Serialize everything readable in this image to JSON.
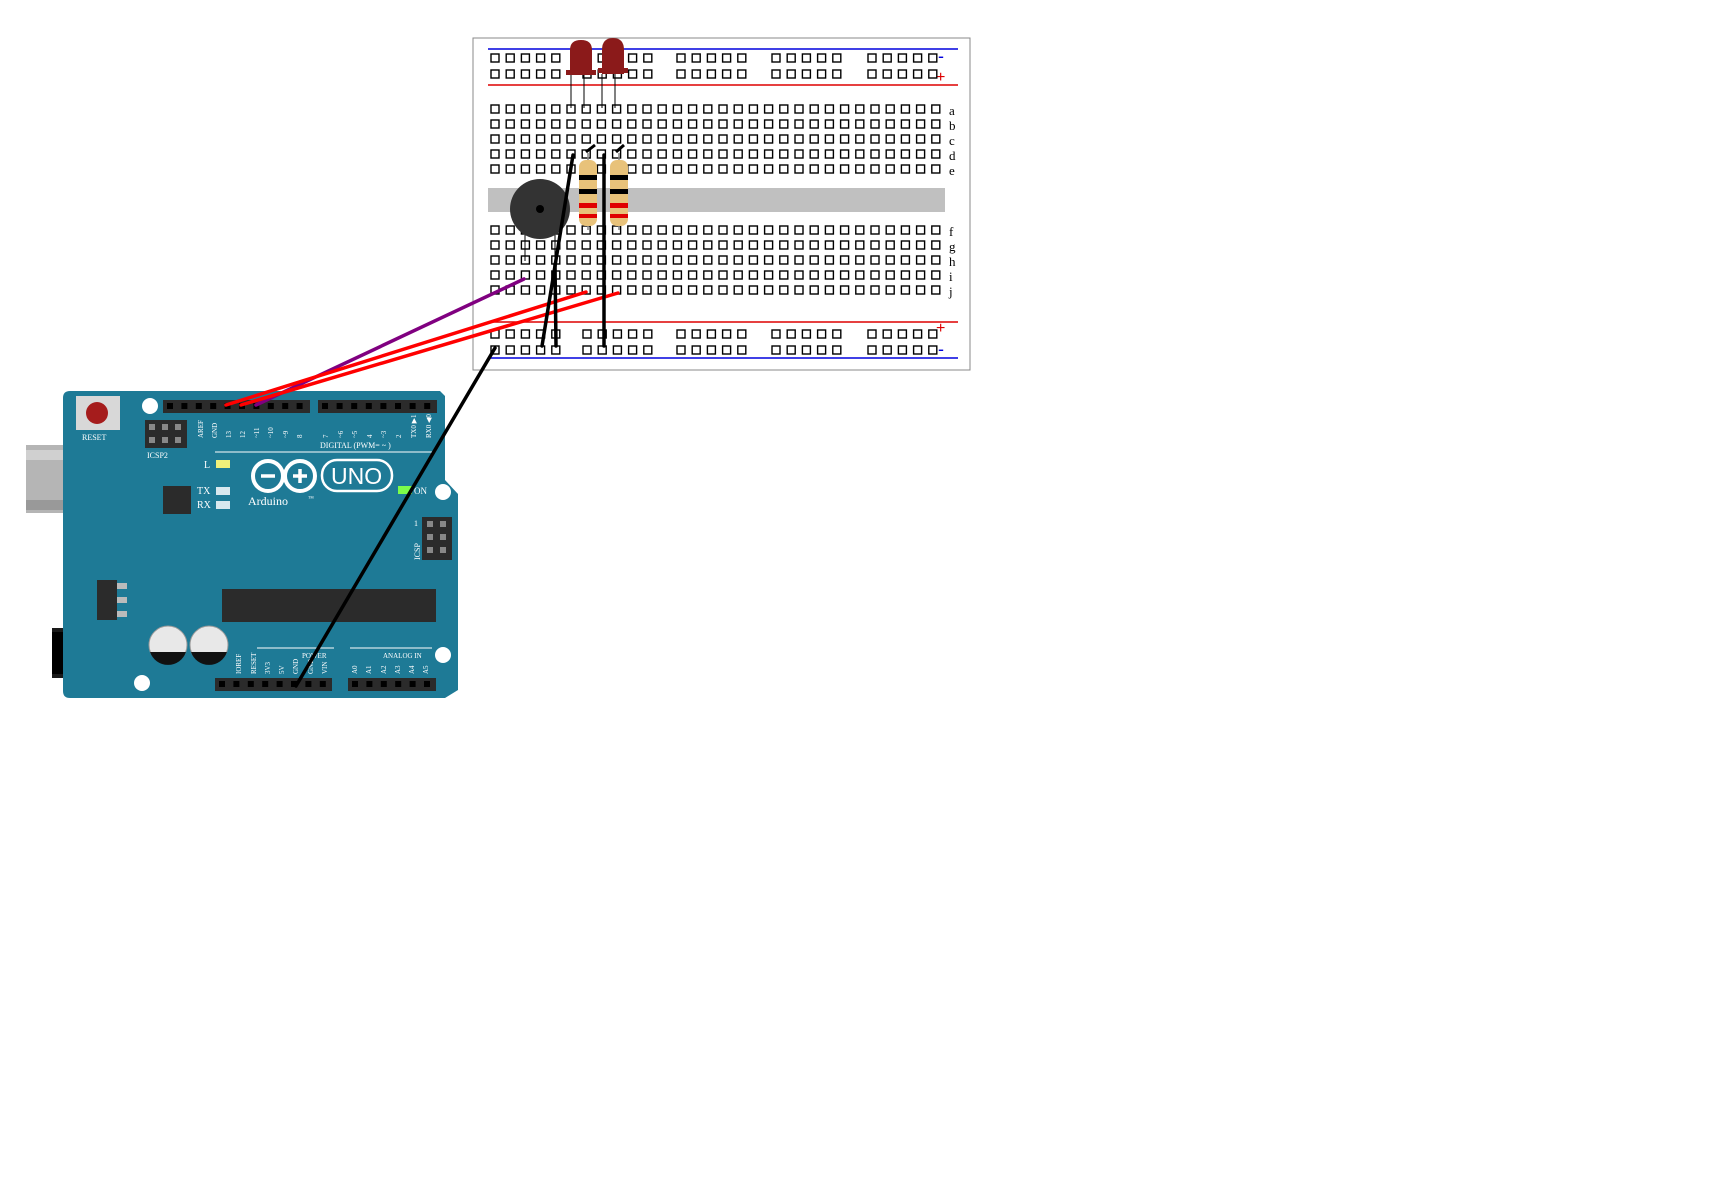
{
  "breadboard": {
    "row_letters": [
      "a",
      "b",
      "c",
      "d",
      "e",
      "f",
      "g",
      "h",
      "i",
      "j"
    ],
    "rail_minus": "-",
    "rail_plus": "+"
  },
  "arduino": {
    "reset_label": "RESET",
    "icsp2_label": "ICSP2",
    "icsp_label": "ICSP",
    "icsp_pin1": "1",
    "led_l": "L",
    "led_tx": "TX",
    "led_rx": "RX",
    "on_label": "ON",
    "brand": "Arduino",
    "tm": "™",
    "model": "UNO",
    "digital_header": "DIGITAL (PWM= ~ )",
    "power_header": "POWER",
    "analog_header": "ANALOG IN",
    "digital_pins": [
      "AREF",
      "GND",
      "13",
      "12",
      "~11",
      "~10",
      "~9",
      "8",
      "7",
      "~6",
      "~5",
      "4",
      "~3",
      "2",
      "TX0 ▶1",
      "RX0 ◀0"
    ],
    "power_pins": [
      "IOREF",
      "RESET",
      "3V3",
      "5V",
      "GND",
      "GND",
      "VIN"
    ],
    "analog_pins": [
      "A0",
      "A1",
      "A2",
      "A3",
      "A4",
      "A5"
    ]
  },
  "colors": {
    "board_teal": "#1e7a96",
    "led_body": "#8b1a1a",
    "wire_purple": "#800080",
    "wire_red": "#ff0000",
    "wire_black": "#000000",
    "rail_red": "#dd0000",
    "rail_blue": "#0000dd"
  }
}
